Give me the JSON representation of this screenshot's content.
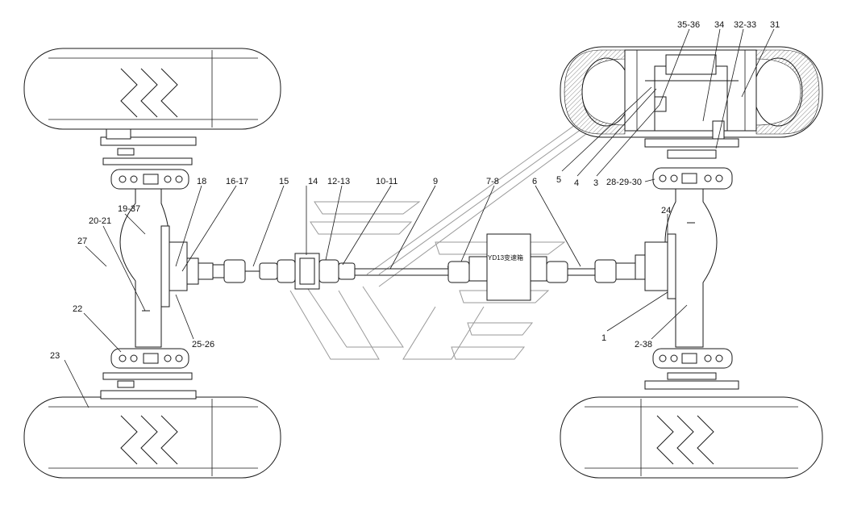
{
  "part_labels": [
    {
      "id": "p35_36",
      "text": "35-36"
    },
    {
      "id": "p34",
      "text": "34"
    },
    {
      "id": "p32_33",
      "text": "32-33"
    },
    {
      "id": "p31",
      "text": "31"
    },
    {
      "id": "p5",
      "text": "5"
    },
    {
      "id": "p4",
      "text": "4"
    },
    {
      "id": "p3",
      "text": "3"
    },
    {
      "id": "p28_29_30",
      "text": "28-29-30"
    },
    {
      "id": "p24",
      "text": "24"
    },
    {
      "id": "p18",
      "text": "18"
    },
    {
      "id": "p16_17",
      "text": "16-17"
    },
    {
      "id": "p15",
      "text": "15"
    },
    {
      "id": "p14",
      "text": "14"
    },
    {
      "id": "p12_13",
      "text": "12-13"
    },
    {
      "id": "p10_11",
      "text": "10-11"
    },
    {
      "id": "p9",
      "text": "9"
    },
    {
      "id": "p7_8",
      "text": "7-8"
    },
    {
      "id": "p6",
      "text": "6"
    },
    {
      "id": "p19_37",
      "text": "19-37"
    },
    {
      "id": "p20_21",
      "text": "20-21"
    },
    {
      "id": "p27",
      "text": "27"
    },
    {
      "id": "p22",
      "text": "22"
    },
    {
      "id": "p25_26",
      "text": "25-26"
    },
    {
      "id": "p23",
      "text": "23"
    },
    {
      "id": "p1",
      "text": "1"
    },
    {
      "id": "p2_38",
      "text": "2-38"
    }
  ],
  "gearbox_label": "YD13变速箱",
  "colors": {
    "line": "#1a1a1a",
    "watermark": "#9a9a9a",
    "background": "#ffffff"
  }
}
